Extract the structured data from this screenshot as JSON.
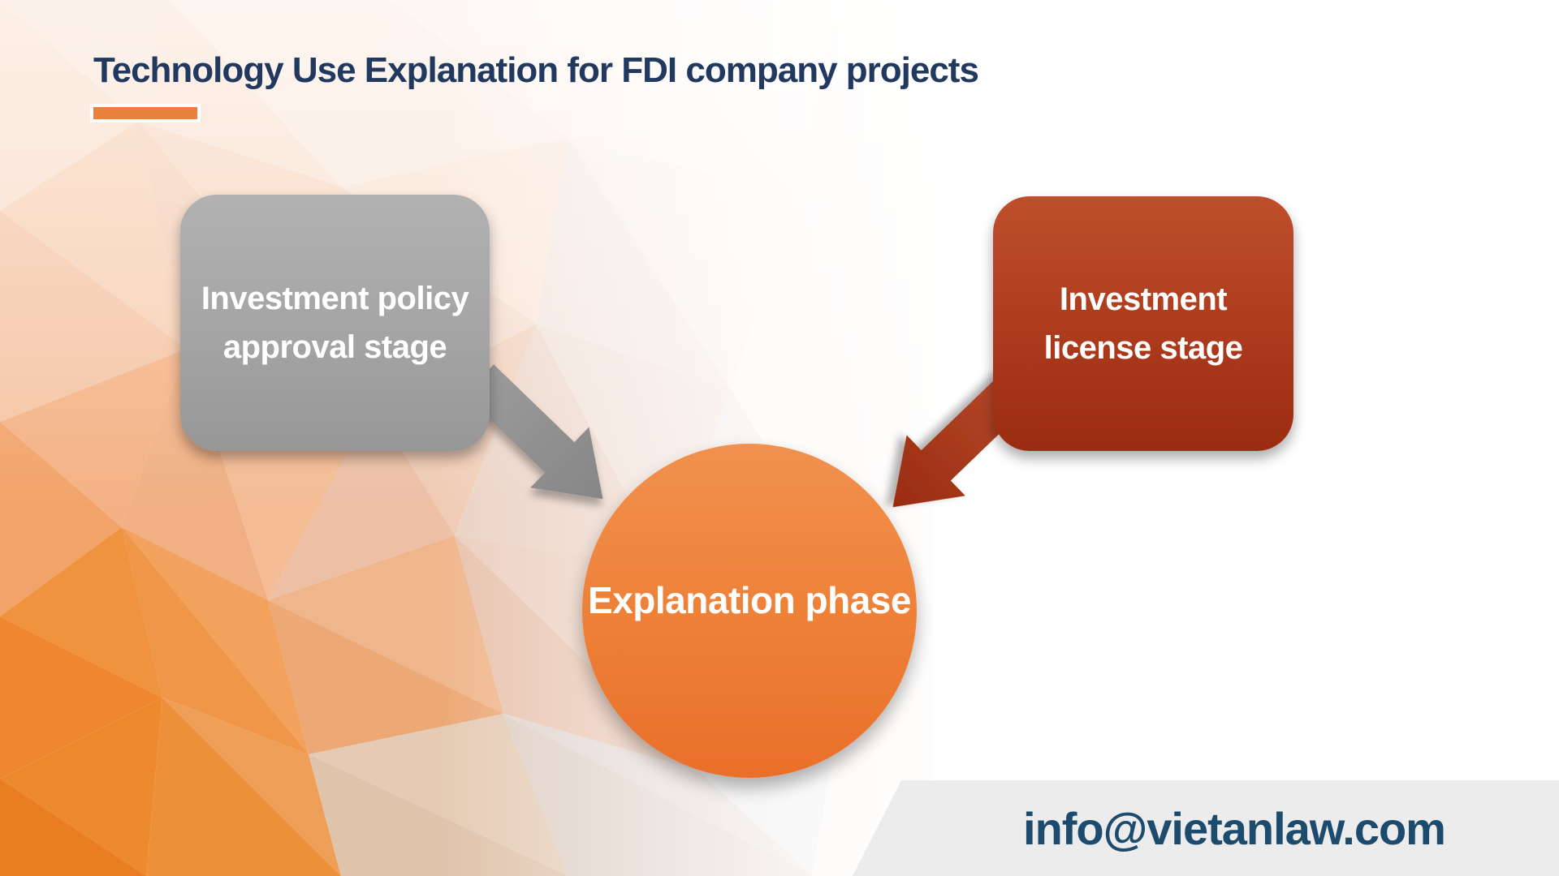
{
  "slide": {
    "title": "Technology Use Explanation for FDI company projects",
    "footer_email": "info@vietanlaw.com"
  },
  "diagram": {
    "left_stage": {
      "label": "Investment policy approval stage"
    },
    "right_stage": {
      "label": "Investment license stage"
    },
    "center_phase": {
      "label": "Explanation phase"
    }
  },
  "colors": {
    "title_navy": "#21395F",
    "accent_orange": "#E9803C",
    "gray_box_top": "#B2B1B1",
    "gray_box_bottom": "#989797",
    "red_box_top": "#BD4F2C",
    "red_box_bottom": "#9C2C11",
    "circle_top": "#F1914F",
    "circle_bottom": "#E9702A",
    "arrow_gray": "#8F8F8F",
    "arrow_red": "#A63A1B",
    "footer_band_bg": "#ECECEC",
    "email_navy": "#1C4B6E"
  }
}
